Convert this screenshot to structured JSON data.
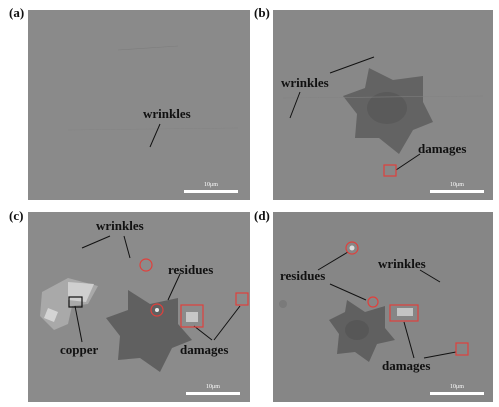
{
  "panels": [
    {
      "label": "(a)",
      "bg": "#8a8a8a",
      "annotations": [
        "wrinkles"
      ],
      "scale": "10μm"
    },
    {
      "label": "(b)",
      "bg": "#888888",
      "annotations": [
        "wrinkles",
        "damages"
      ],
      "scale": "10μm"
    },
    {
      "label": "(c)",
      "bg": "#8b8b8b",
      "annotations": [
        "wrinkles",
        "residues",
        "copper",
        "damages"
      ],
      "scale": "10μm"
    },
    {
      "label": "(d)",
      "bg": "#868686",
      "annotations": [
        "residues",
        "wrinkles",
        "damages"
      ],
      "scale": "10μm"
    }
  ],
  "colors": {
    "marker_red": "#e0403c",
    "domain_dark": "#5c5c5c",
    "copper_light": "#cfcfcf"
  }
}
